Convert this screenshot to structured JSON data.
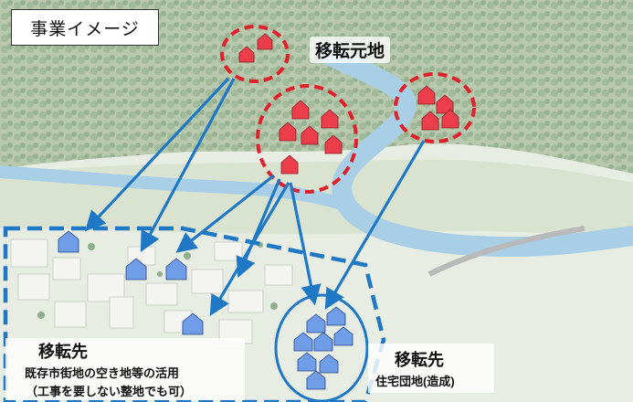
{
  "title": "事業イメージ",
  "relocation_origin": {
    "label": "移転元地"
  },
  "destination_existing": {
    "label": "移転先",
    "line1": "既存市街地の空き地等の活用",
    "line2": "（工事を要しない整地でも可）"
  },
  "destination_new": {
    "label": "移転先",
    "line1": "住宅団地(造成)"
  },
  "colors": {
    "origin_circle": "#e0212b",
    "origin_house": "#ec3d4a",
    "destination_outline": "#1f78c6",
    "arrow": "#1f78c6",
    "destination_house": "#6f9de8",
    "river": "#a9cfe6"
  }
}
